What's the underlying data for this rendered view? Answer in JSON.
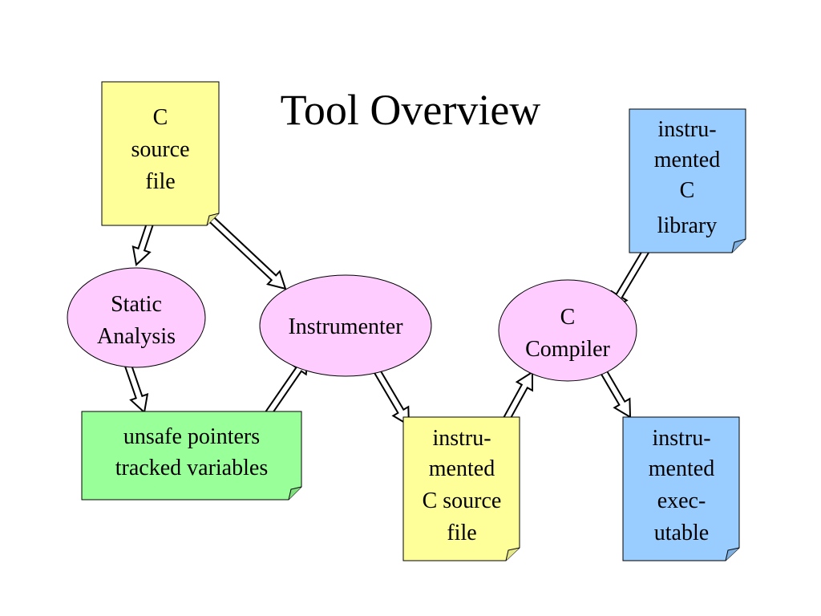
{
  "title": "Tool Overview",
  "colors": {
    "yellow_doc": "#ffff99",
    "blue_doc": "#99ccff",
    "green_doc": "#99ff99",
    "process": "#ffccff",
    "stroke": "#000000"
  },
  "documents": {
    "c_source_file": {
      "lines": [
        "C",
        "source",
        "file"
      ]
    },
    "instrumented_c_library": {
      "lines": [
        "instru-",
        "mented",
        "C",
        "library"
      ]
    },
    "unsafe_pointers": {
      "lines": [
        "unsafe pointers",
        "tracked variables"
      ]
    },
    "instrumented_c_source_file": {
      "lines": [
        "instru-",
        "mented",
        "C source",
        "file"
      ]
    },
    "instrumented_executable": {
      "lines": [
        "instru-",
        "mented",
        "exec-",
        "utable"
      ]
    }
  },
  "processes": {
    "static_analysis": {
      "lines": [
        "Static",
        "Analysis"
      ]
    },
    "instrumenter": {
      "lines": [
        "Instrumenter"
      ]
    },
    "c_compiler": {
      "lines": [
        "C",
        "Compiler"
      ]
    }
  },
  "edges": [
    {
      "from": "C source file",
      "to": "Static Analysis"
    },
    {
      "from": "C source file",
      "to": "Instrumenter"
    },
    {
      "from": "Static Analysis",
      "to": "unsafe pointers / tracked variables"
    },
    {
      "from": "unsafe pointers / tracked variables",
      "to": "Instrumenter"
    },
    {
      "from": "Instrumenter",
      "to": "instrumented C source file"
    },
    {
      "from": "instrumented C source file",
      "to": "C Compiler"
    },
    {
      "from": "instrumented C library",
      "to": "C Compiler"
    },
    {
      "from": "C Compiler",
      "to": "instrumented executable"
    }
  ]
}
